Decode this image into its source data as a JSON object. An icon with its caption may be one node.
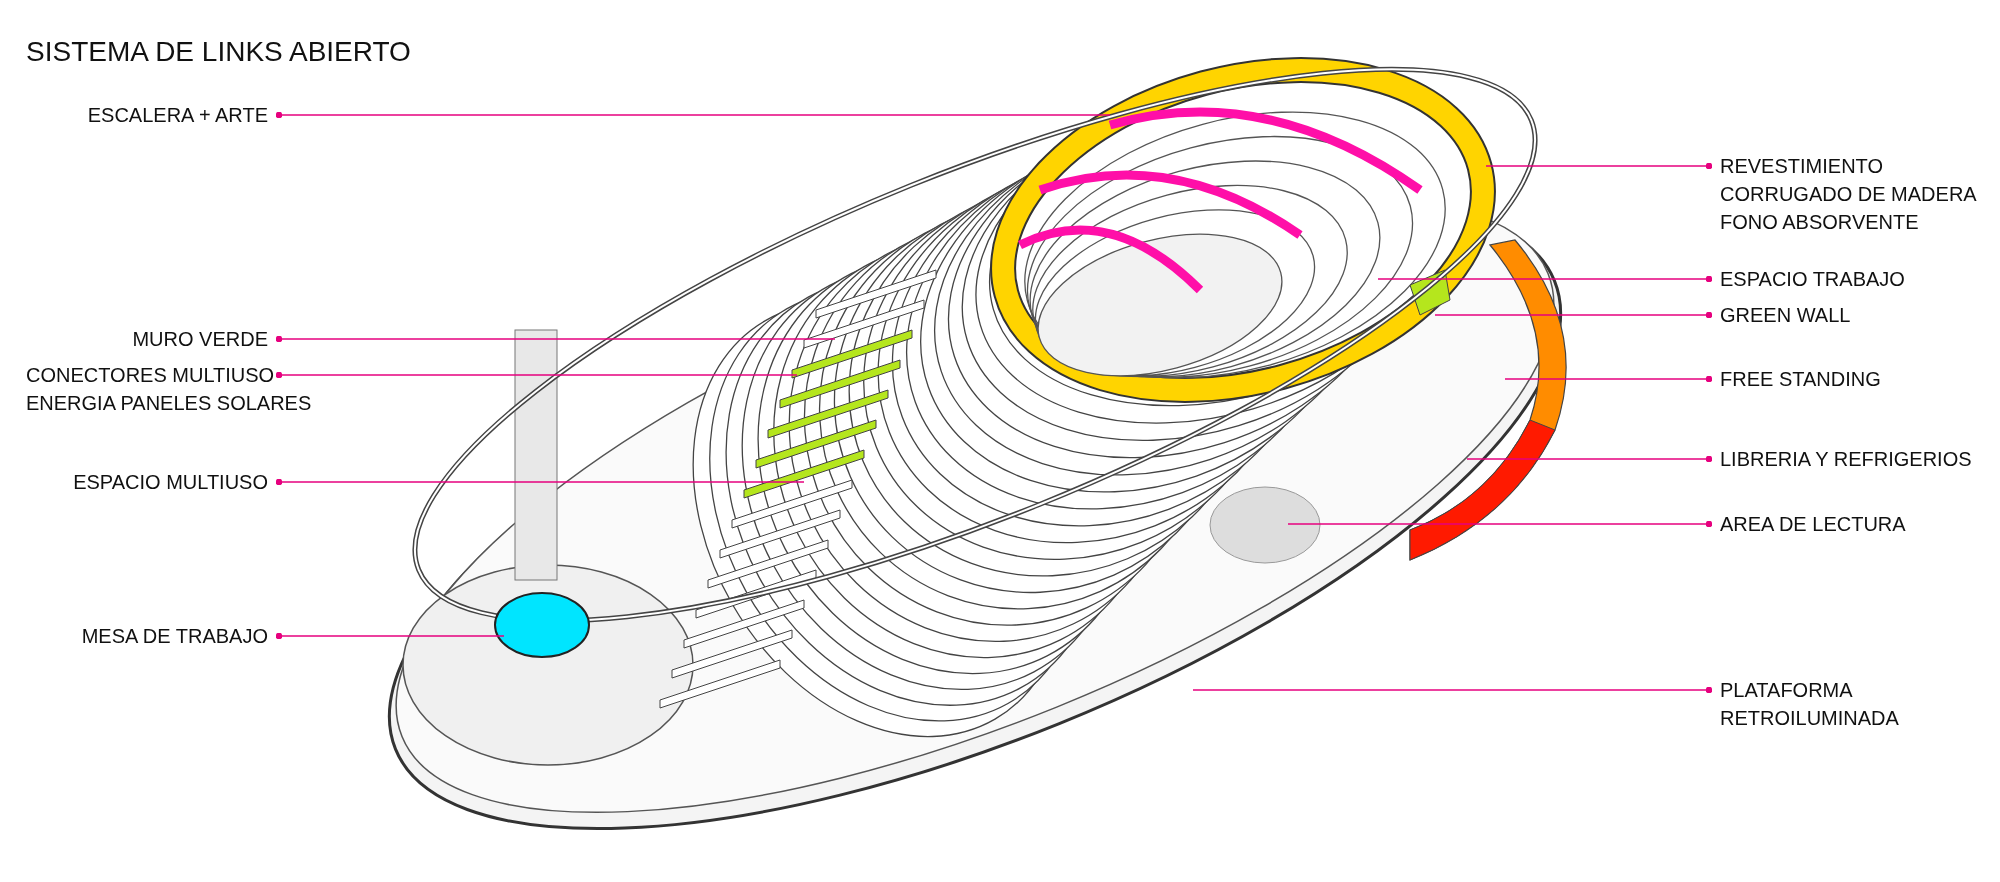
{
  "diagram": {
    "title": "SISTEMA DE LINKS ABIERTO",
    "nodes": [
      {
        "text": [
          "ESCALERA + ARTE"
        ]
      },
      {
        "text": [
          "MURO VERDE"
        ]
      },
      {
        "text": [
          "CONECTORES MULTIUSO ENERGIA PANELES SOLARES"
        ]
      },
      {
        "text": [
          "ESPACIO MULTIUSO"
        ]
      },
      {
        "text": [
          "MESA DE TRABAJO"
        ]
      },
      {
        "text": [
          "REVESTIMIENTO CORRUGADO DE MADERA FONO ABSORVENTE"
        ]
      },
      {
        "text": [
          "ESPACIO TRABAJO"
        ]
      },
      {
        "text": [
          "GREEN WALL"
        ]
      },
      {
        "text": [
          "FREE STANDING"
        ]
      },
      {
        "text": [
          "LIBRERIA Y REFRIGERIOS"
        ]
      },
      {
        "text": [
          "AREA DE LECTURA"
        ]
      },
      {
        "text": [
          "PLATAFORMA RETROILUMINADA"
        ]
      }
    ],
    "edges": [
      {
        "from": 0,
        "to": null,
        "arrow": "other"
      },
      {
        "from": 1,
        "to": null,
        "arrow": "other"
      },
      {
        "from": 2,
        "to": null,
        "arrow": "other"
      },
      {
        "from": 3,
        "to": null,
        "arrow": "other"
      },
      {
        "from": 4,
        "to": null,
        "arrow": "other"
      },
      {
        "from": 5,
        "to": null,
        "arrow": "other"
      },
      {
        "from": 6,
        "to": null,
        "arrow": "other"
      },
      {
        "from": 7,
        "to": null,
        "arrow": "other"
      },
      {
        "from": 8,
        "to": null,
        "arrow": "other"
      },
      {
        "from": 9,
        "to": null,
        "arrow": "other"
      },
      {
        "from": 10,
        "to": null,
        "arrow": "other"
      },
      {
        "from": 11,
        "to": null,
        "arrow": "other"
      }
    ]
  }
}
